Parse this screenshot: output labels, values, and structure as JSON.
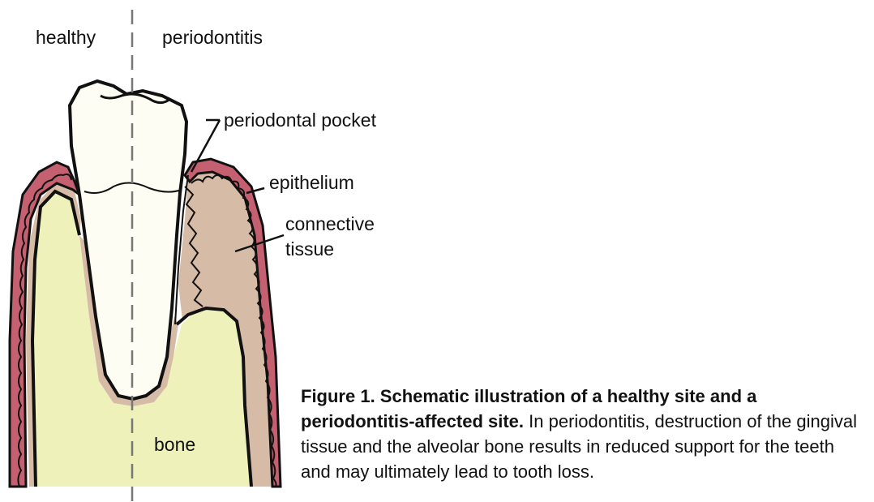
{
  "labels": {
    "healthy": "healthy",
    "periodontitis": "periodontitis",
    "pocket": "periodontal pocket",
    "epithelium": "epithelium",
    "connective": "connective",
    "tissue": "tissue",
    "bone": "bone"
  },
  "caption": {
    "bold": "Figure 1. Schematic illustration of a healthy site and a periodontitis-affected site.",
    "text": " In periodontitis, destruction of the gingival tissue and the alveolar bone results in reduced support for the teeth and may ultimately lead to tooth loss."
  },
  "colors": {
    "background": "#ffffff",
    "gum": "#c4606f",
    "connective_tissue": "#d6bba6",
    "bone": "#eef2ba",
    "enamel": "#fdfdf4",
    "outline": "#111111",
    "divider": "#777777"
  }
}
